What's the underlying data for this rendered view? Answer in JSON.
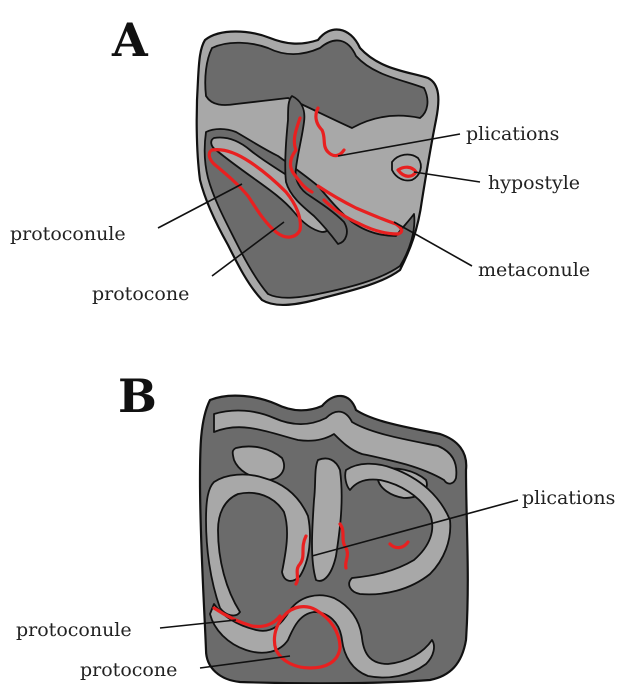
{
  "panels": {
    "a": {
      "letter": "A",
      "labels": {
        "plications": "plications",
        "hypostyle": "hypostyle",
        "protoconule": "protoconule",
        "protocone": "protocone",
        "metaconule": "metaconule"
      }
    },
    "b": {
      "letter": "B",
      "labels": {
        "plications": "plications",
        "protoconule": "protoconule",
        "protocone": "protocone"
      }
    }
  },
  "colors": {
    "dentine_dark": "#6b6b6b",
    "enamel_light": "#a8a8a8",
    "highlight_red": "#e82020",
    "outline": "#111111"
  }
}
